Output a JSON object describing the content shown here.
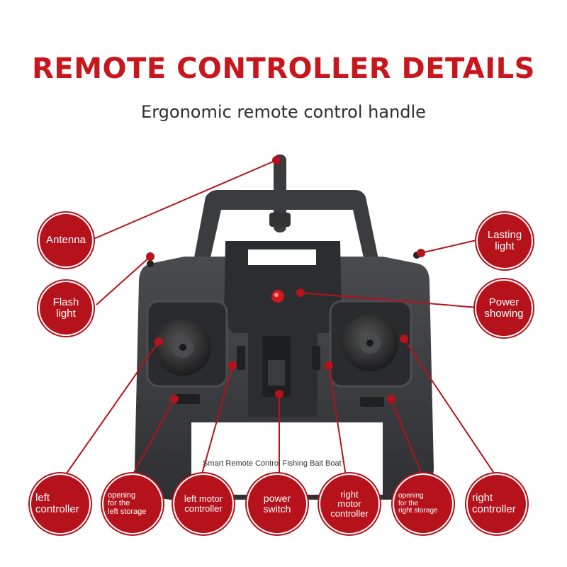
{
  "header": {
    "title": "REMOTE CONTROLLER DETAILS",
    "subtitle": "Ergonomic remote control handle"
  },
  "controller": {
    "brand_text": "Smart Remote Control Fishing Bait Boat"
  },
  "labels": {
    "antenna": "Antenna",
    "flash_light": "Flash\nlight",
    "lasting_light": "Lasting\nlight",
    "power_showing": "Power\nshowing",
    "left_controller": "left\ncontroller",
    "opening_left_storage": "opening\nfor the\nleft storage",
    "left_motor_controller": "left motor\ncontroller",
    "power_switch": "power\nswitch",
    "right_motor_controller": "right\nmotor\ncontroller",
    "opening_right_storage": "opening\nfor the\nright storage",
    "right_controller": "right\ncontroller"
  },
  "colors": {
    "accent": "#b5121b",
    "title": "#c8161d",
    "body": "#3a3b3d"
  }
}
